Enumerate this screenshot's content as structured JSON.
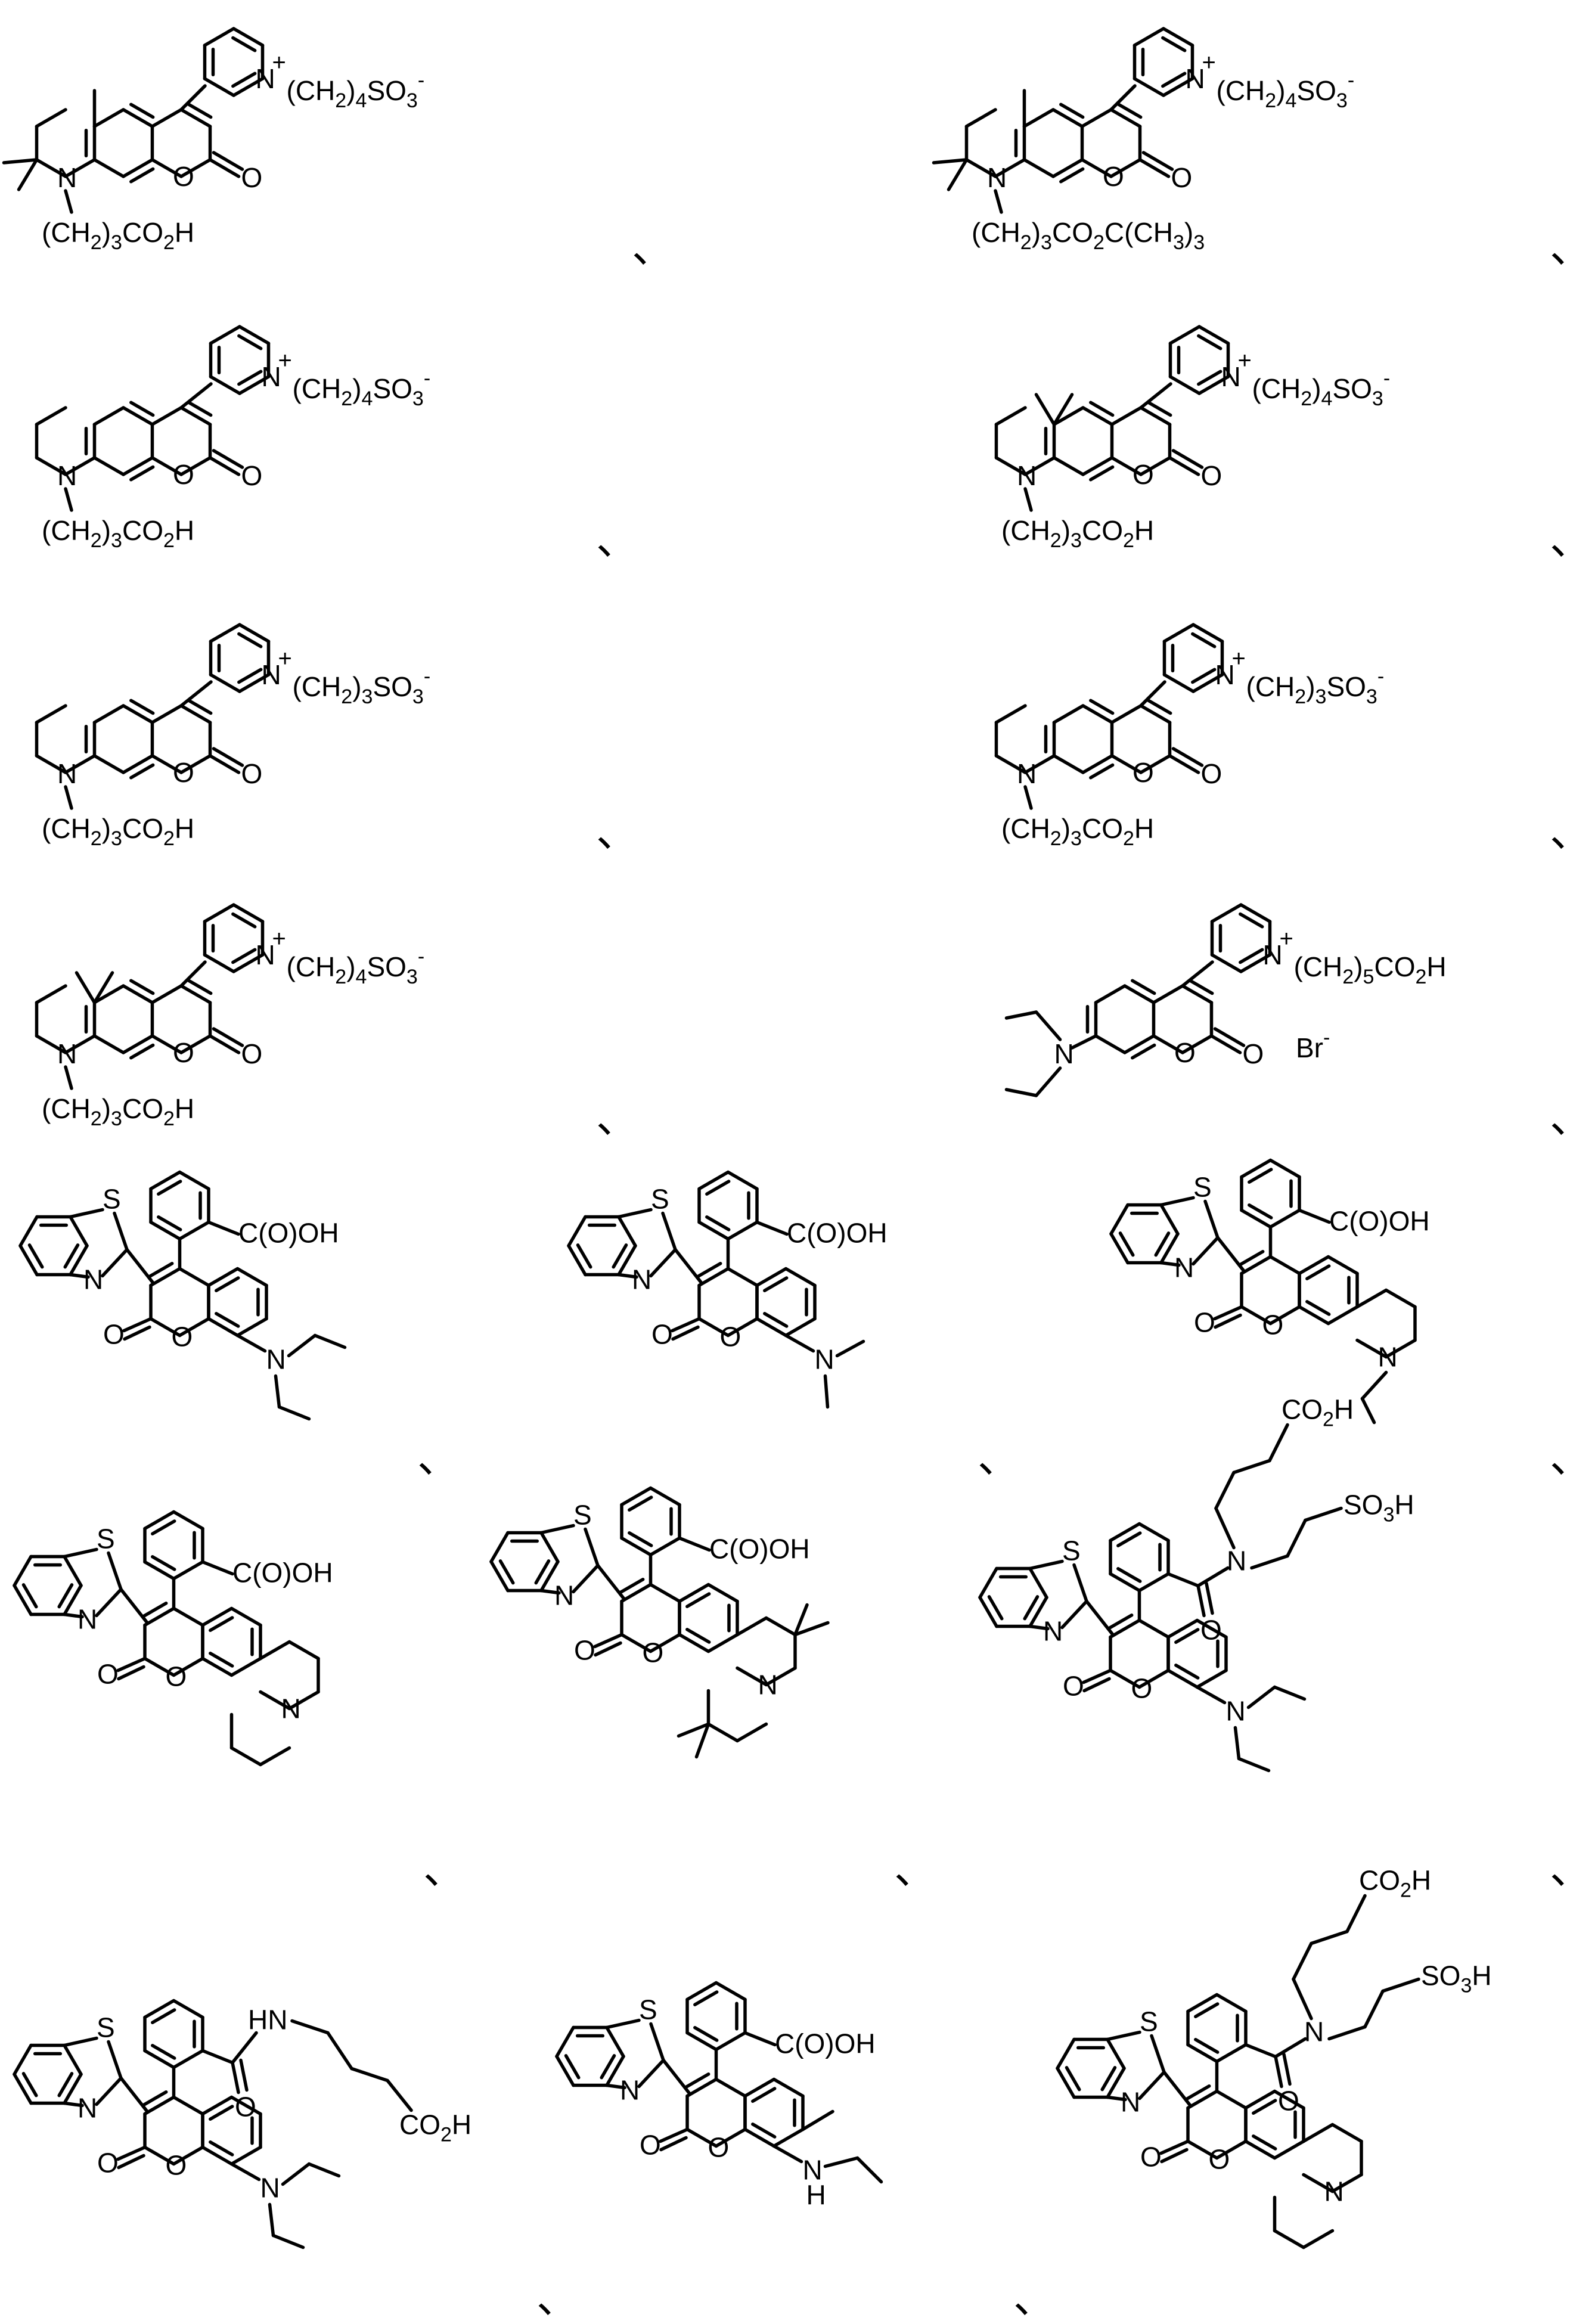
{
  "compounds": [
    {
      "substituent": "(CH2)4SO3-",
      "n_chain": "(CH2)3CO2H"
    },
    {
      "substituent": "(CH2)4SO3-",
      "n_chain": "(CH2)3CO2C(CH3)3"
    },
    {
      "substituent": "(CH2)4SO3-",
      "n_chain": "(CH2)3CO2H"
    },
    {
      "substituent": "(CH2)4SO3-",
      "n_chain": "(CH2)3CO2H"
    },
    {
      "substituent": "(CH2)3SO3-",
      "n_chain": "(CH2)3CO2H"
    },
    {
      "substituent": "(CH2)3SO3-",
      "n_chain": "(CH2)3CO2H"
    },
    {
      "substituent": "(CH2)4SO3-",
      "n_chain": "(CH2)3CO2H"
    },
    {
      "substituent": "(CH2)5CO2H",
      "counter_ion": "Br-"
    },
    {
      "acid": "C(O)OH"
    },
    {
      "acid": "C(O)OH"
    },
    {
      "acid": "C(O)OH"
    },
    {
      "acid": "C(O)OH"
    },
    {
      "acid": "C(O)OH"
    },
    {
      "amide_acid": "CO2H",
      "amide_sulfo": "SO3H"
    },
    {
      "amide_acid": "CO2H",
      "amide_nh": "HN"
    },
    {
      "acid": "C(O)OH"
    },
    {
      "amide_acid": "CO2H",
      "amide_sulfo": "SO3H"
    }
  ],
  "labels": {
    "N": "N",
    "O": "O",
    "S": "S",
    "H": "H",
    "plus": "+",
    "minus": "-",
    "separator": "、"
  },
  "colors": {
    "ink": "#000000",
    "background": "#ffffff"
  }
}
